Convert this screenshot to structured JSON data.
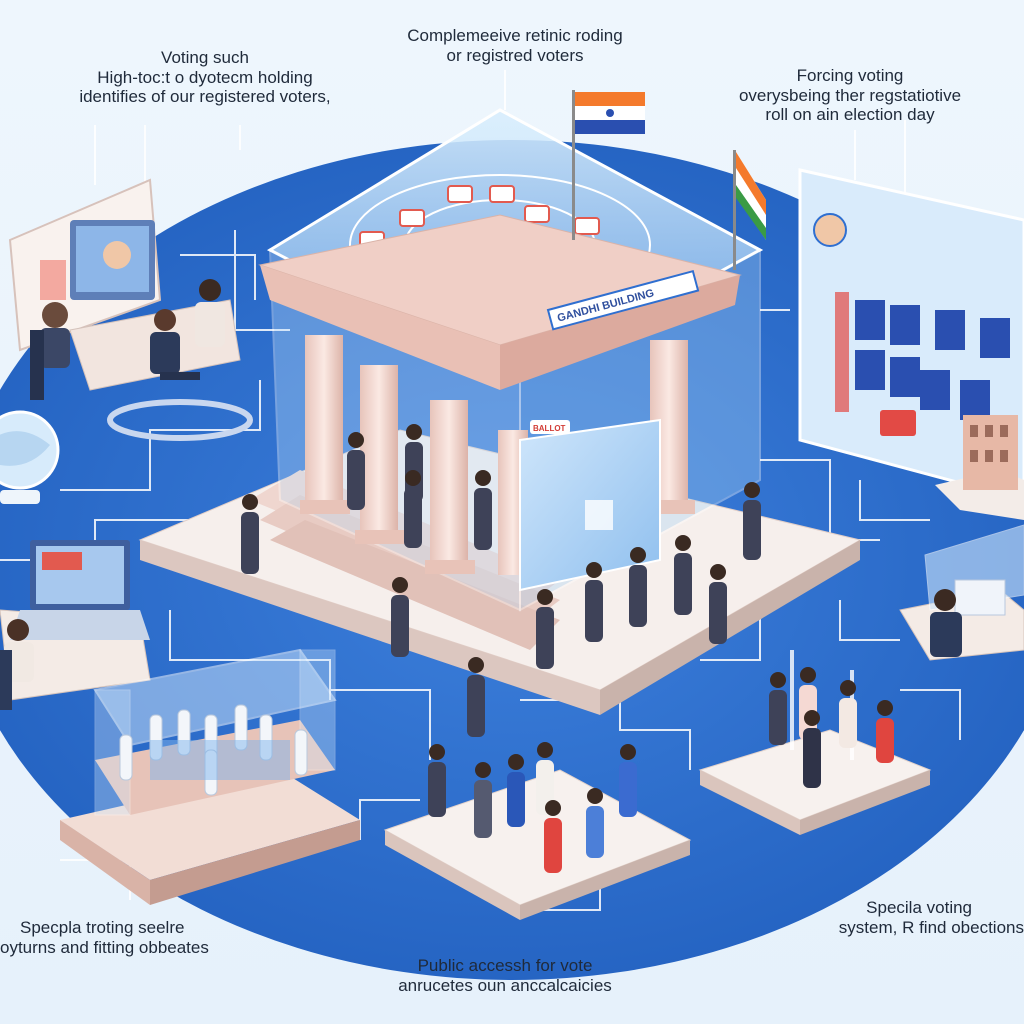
{
  "captions": {
    "top_left": {
      "line1": "Voting such",
      "line2": "High-toc:t o dyotecm holding",
      "line3": "identifies of our registered voters,"
    },
    "top_center": {
      "line1": "Complemeeive retinic roding",
      "line2": "or registred voters"
    },
    "top_right": {
      "line1": "Forcing voting",
      "line2": "overysbeing ther regstatiotive",
      "line3": "roll on ain election day"
    },
    "bottom_left": {
      "line1": "Specpla troting seelre",
      "line2": "oyturns and fitting obbeates"
    },
    "bottom_center": {
      "line1": "Public accessh for vote",
      "line2": "anrucetes oun anccalcaicies"
    },
    "bottom_right": {
      "line1": "Specila voting",
      "line2": "system, R find obections"
    }
  },
  "building_sign": "GANDHI BUILDING",
  "screen_sign": "BALLOT",
  "colors": {
    "background": "#eaf4fc",
    "platform_blue": "#2f6fd0",
    "connector_line": "#ffffff",
    "building_stone": "#f2d6cf",
    "glass": "#bfe0fb",
    "flag_saffron": "#f47a2c",
    "flag_green": "#3a9b45",
    "flag_blue": "#2a4fb0"
  },
  "icons": [
    "ballot-icon",
    "globe-icon",
    "flag-icon",
    "monitor-icon",
    "laptop-icon",
    "person-icon"
  ]
}
